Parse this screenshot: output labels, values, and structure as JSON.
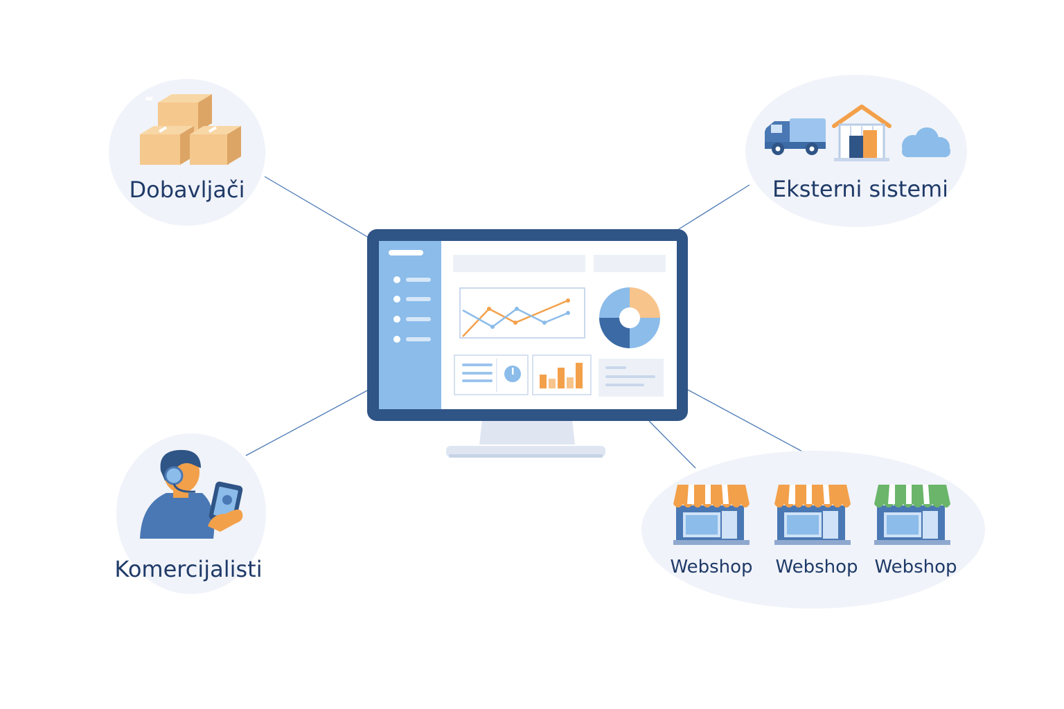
{
  "nodes": {
    "suppliers": {
      "label": "Dobavljači"
    },
    "external_systems": {
      "label": "Eksterni sistemi"
    },
    "sales_reps": {
      "label": "Komercijalisti"
    },
    "webshops": {
      "labels": [
        "Webshop",
        "Webshop",
        "Webshop"
      ]
    }
  },
  "colors": {
    "navy": "#2f5486",
    "text": "#1f3a68",
    "light_blue": "#8bbcea",
    "orange": "#f3a04a",
    "green": "#6ab56a",
    "bubble": "#f0f3f9",
    "connector": "#4a78b4",
    "box": "#f2c38a"
  }
}
